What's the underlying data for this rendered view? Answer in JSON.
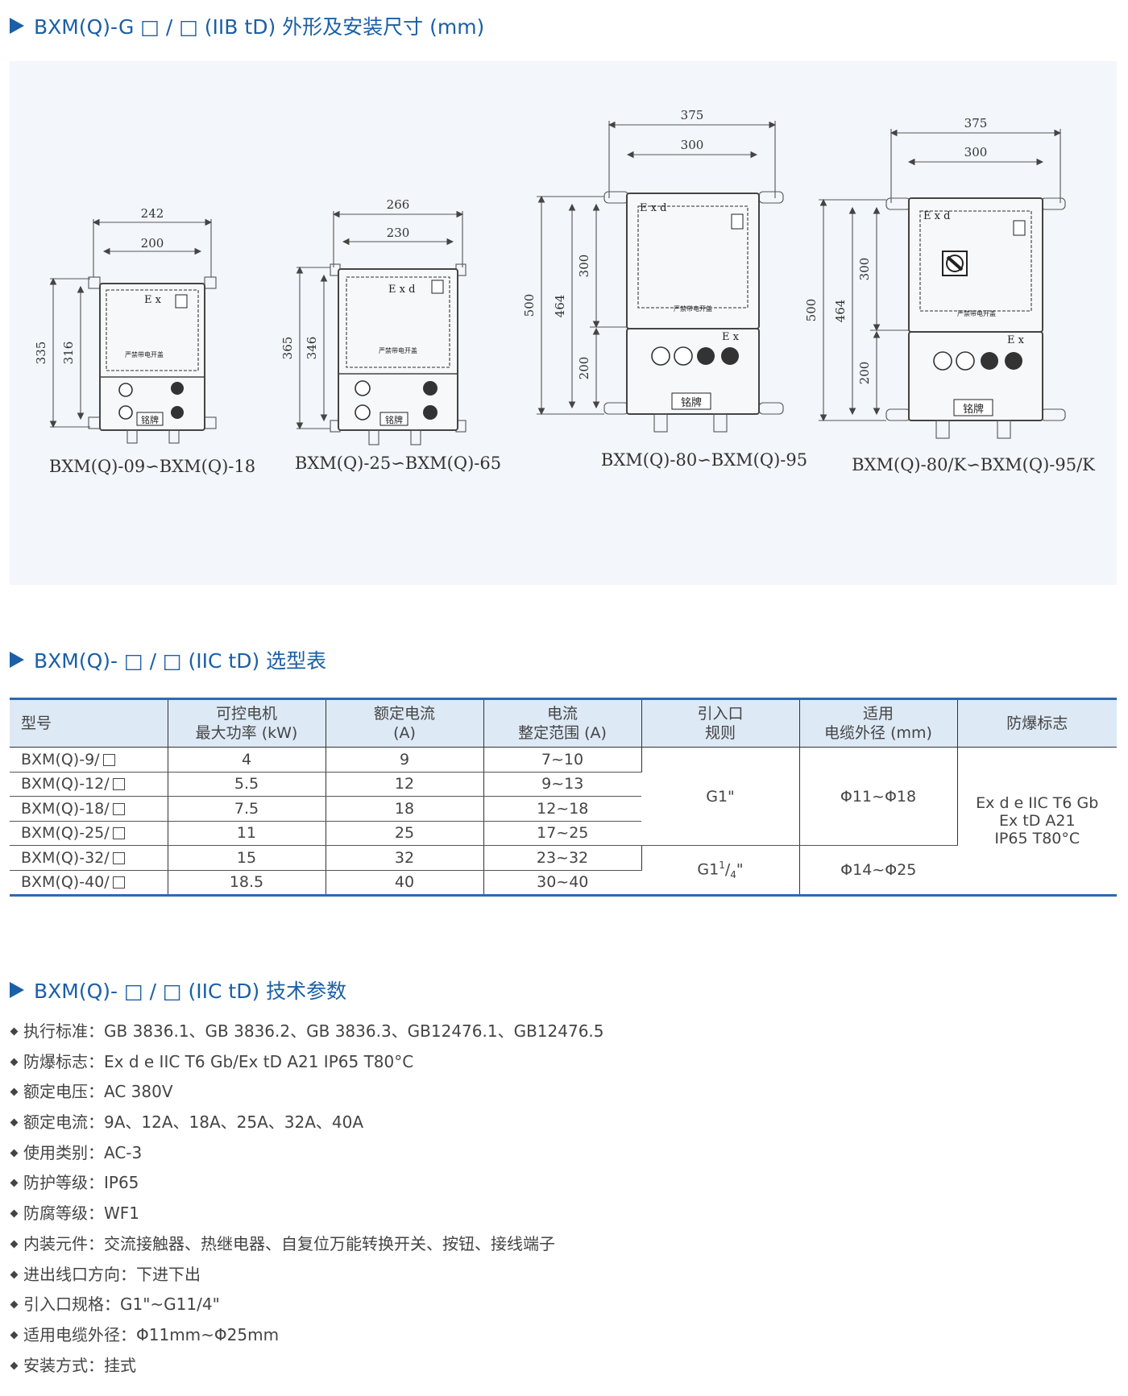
{
  "section1": {
    "title": "BXM(Q)-G □ / □ (IIB tD) 外形及安装尺寸 (mm)"
  },
  "diagrams": [
    {
      "caption": "BXM(Q)-09∽BXM(Q)-18",
      "dims": {
        "outer_w": "242",
        "inner_w": "200",
        "outer_h": "335",
        "inner_h": "316"
      },
      "mark": "E x",
      "label": "严禁带电开盖",
      "nameplate": "铭牌"
    },
    {
      "caption": "BXM(Q)-25∽BXM(Q)-65",
      "dims": {
        "outer_w": "266",
        "inner_w": "230",
        "outer_h": "365",
        "inner_h": "346"
      },
      "mark": "E x d",
      "label": "严禁带电开盖",
      "nameplate": "铭牌"
    },
    {
      "caption": "BXM(Q)-80∽BXM(Q)-95",
      "dims": {
        "outer_w": "375",
        "inner_w": "300",
        "outer_h": "500",
        "inner_h": "464",
        "upper_h": "300",
        "lower_h": "200"
      },
      "mark": "E x d",
      "mark2": "E x",
      "label": "严禁带电开盖",
      "nameplate": "铭牌"
    },
    {
      "caption": "BXM(Q)-80/K∽BXM(Q)-95/K",
      "dims": {
        "outer_w": "375",
        "inner_w": "300",
        "outer_h": "500",
        "inner_h": "464",
        "upper_h": "300",
        "lower_h": "200"
      },
      "mark": "E x d",
      "mark2": "E x",
      "label": "严禁带电开盖",
      "nameplate": "铭牌"
    }
  ],
  "section2": {
    "title": "BXM(Q)- □ / □ (IIC tD) 选型表"
  },
  "table": {
    "headers": [
      "型号",
      "可控电机",
      "最大功率 (kW)",
      "额定电流",
      "(A)",
      "电流",
      "整定范围 (A)",
      "引入口",
      "规则",
      "适用",
      "电缆外径 (mm)",
      "防爆标志"
    ],
    "rows": [
      {
        "model": "BXM(Q)-9/",
        "power": "4",
        "current": "9",
        "range": "7~10"
      },
      {
        "model": "BXM(Q)-12/",
        "power": "5.5",
        "current": "12",
        "range": "9~13"
      },
      {
        "model": "BXM(Q)-18/",
        "power": "7.5",
        "current": "18",
        "range": "12~18"
      },
      {
        "model": "BXM(Q)-25/",
        "power": "11",
        "current": "25",
        "range": "17~25"
      },
      {
        "model": "BXM(Q)-32/",
        "power": "15",
        "current": "32",
        "range": "23~32"
      },
      {
        "model": "BXM(Q)-40/",
        "power": "18.5",
        "current": "40",
        "range": "30~40"
      }
    ],
    "inlet_a": "G1\"",
    "inlet_b_base": "G1",
    "inlet_b_sup": "1",
    "inlet_b_sub": "4",
    "inlet_b_end": "\"",
    "cable_a": "Φ11~Φ18",
    "cable_b": "Φ14~Φ25",
    "mark_lines": [
      "Ex d e IIC T6 Gb",
      "Ex tD A21",
      "IP65 T80°C"
    ]
  },
  "section3": {
    "title": "BXM(Q)- □ / □ (IIC tD) 技术参数"
  },
  "params": [
    "执行标准：GB 3836.1、GB 3836.2、GB 3836.3、GB12476.1、GB12476.5",
    "防爆标志：Ex d e IIC T6 Gb/Ex tD A21 IP65 T80°C",
    "额定电压：AC 380V",
    "额定电流：9A、12A、18A、25A、32A、40A",
    "使用类别：AC-3",
    "防护等级：IP65",
    "防腐等级：WF1",
    "内装元件：交流接触器、热继电器、自复位万能转换开关、按钮、接线端子",
    "进出线口方向：下进下出",
    "引入口规格：G1\"~G11/4\"",
    "适用电缆外径：Φ11mm~Φ25mm",
    "安装方式：挂式"
  ]
}
